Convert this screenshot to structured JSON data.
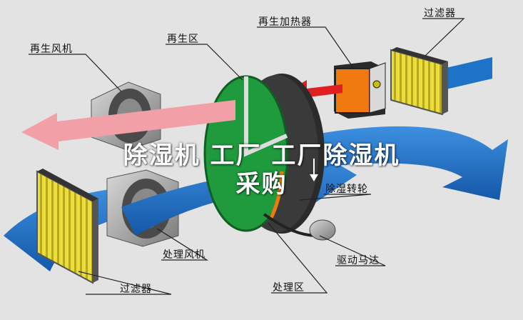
{
  "labels": {
    "regen_fan": "再生风机",
    "regen_zone": "再生区",
    "regen_heater": "再生加热器",
    "filter_top": "过滤器",
    "desiccant_wheel": "除湿转轮",
    "process_fan": "处理风机",
    "drive_motor": "驱动马达",
    "filter_bottom": "过滤器",
    "process_zone": "处理区"
  },
  "overlay": {
    "line1": "除湿机  工厂  工厂除湿机",
    "line2": "采购"
  },
  "colors": {
    "background": "#e3e3e3",
    "process_air": "#1e73c8",
    "regen_air_hot": "#e02020",
    "regen_air_exhaust": "#f2a0a8",
    "wheel_green": "#1f9a3c",
    "heater_orange": "#f07a10",
    "filter_yellow": "#e8d830"
  }
}
